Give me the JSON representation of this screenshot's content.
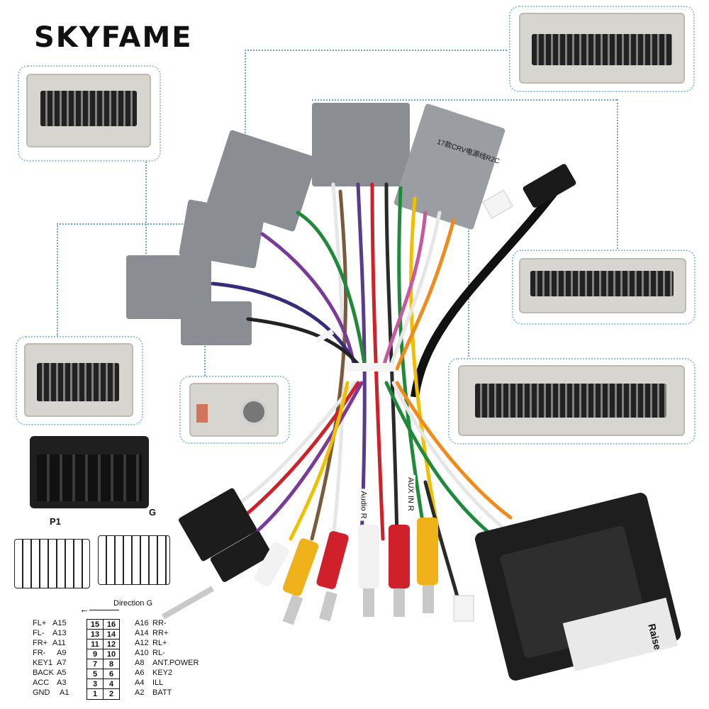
{
  "brand": {
    "logo_text": "SKYFAME"
  },
  "diagram": {
    "p1_label": "P1",
    "g_label": "G",
    "direction_label": "Direction G",
    "pins_left": [
      {
        "name": "FL+",
        "code": "A15",
        "num": "15"
      },
      {
        "name": "FL-",
        "code": "A13",
        "num": "13"
      },
      {
        "name": "FR+",
        "code": "A11",
        "num": "11"
      },
      {
        "name": "FR-",
        "code": "A9",
        "num": "9"
      },
      {
        "name": "KEY1",
        "code": "A7",
        "num": "7"
      },
      {
        "name": "BACK",
        "code": "A5",
        "num": "5"
      },
      {
        "name": "ACC",
        "code": "A3",
        "num": "3"
      },
      {
        "name": "GND",
        "code": "A1",
        "num": "1"
      }
    ],
    "pins_right": [
      {
        "name": "RR-",
        "code": "A16",
        "num": "16"
      },
      {
        "name": "RR+",
        "code": "A14",
        "num": "14"
      },
      {
        "name": "RL+",
        "code": "A12",
        "num": "12"
      },
      {
        "name": "RL-",
        "code": "A10",
        "num": "10"
      },
      {
        "name": "ANT.POWER",
        "code": "A8",
        "num": "8"
      },
      {
        "name": "KEY2",
        "code": "A6",
        "num": "6"
      },
      {
        "name": "ILL",
        "code": "A4",
        "num": "4"
      },
      {
        "name": "BATT",
        "code": "A2",
        "num": "2"
      }
    ]
  },
  "product_labels": {
    "connector_tag": "17款CRV电源线R2C",
    "rca_tag_1": "Audio R",
    "rca_tag_2": "AUX IN R",
    "box_label": "Raise"
  },
  "colors": {
    "accent_dots": "#8fc3d6",
    "connector_gray": "#d7d5cf",
    "housing_gray": "#8a8d92",
    "rca_white": "#f2f2f2",
    "rca_yellow": "#f0b21a",
    "rca_red": "#d0202a"
  }
}
